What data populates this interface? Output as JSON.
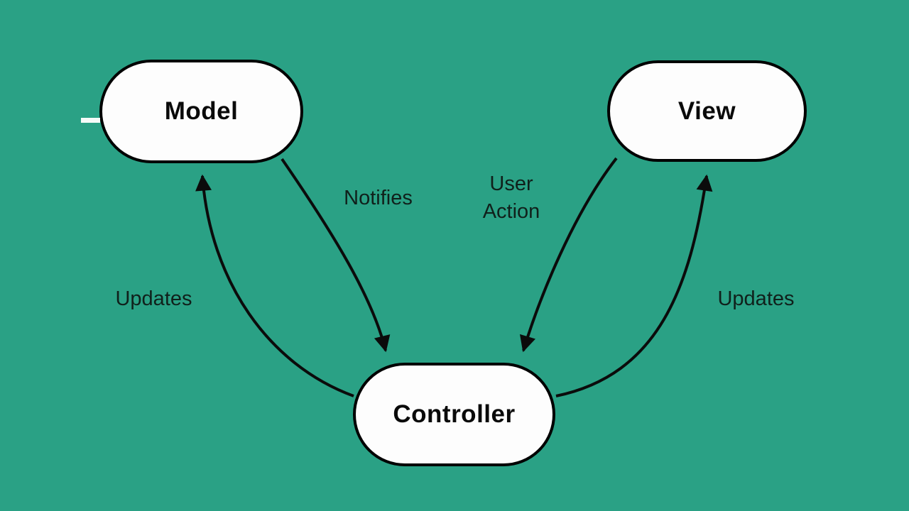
{
  "diagram": {
    "type": "mvc-pattern-diagram",
    "nodes": [
      {
        "id": "model",
        "label": "Model"
      },
      {
        "id": "view",
        "label": "View"
      },
      {
        "id": "controller",
        "label": "Controller"
      }
    ],
    "edges": [
      {
        "from": "model",
        "to": "controller",
        "label": "Notifies"
      },
      {
        "from": "controller",
        "to": "model",
        "label": "Updates"
      },
      {
        "from": "view",
        "to": "controller",
        "label": "User\nAction"
      },
      {
        "from": "controller",
        "to": "view",
        "label": "Updates"
      }
    ],
    "colors": {
      "background": "#2aa185",
      "node_fill": "#fdfdfd",
      "node_border": "#000000",
      "arrow": "#0b0b0b",
      "label_text": "#10201b",
      "dash": "#f6fbf9"
    }
  }
}
